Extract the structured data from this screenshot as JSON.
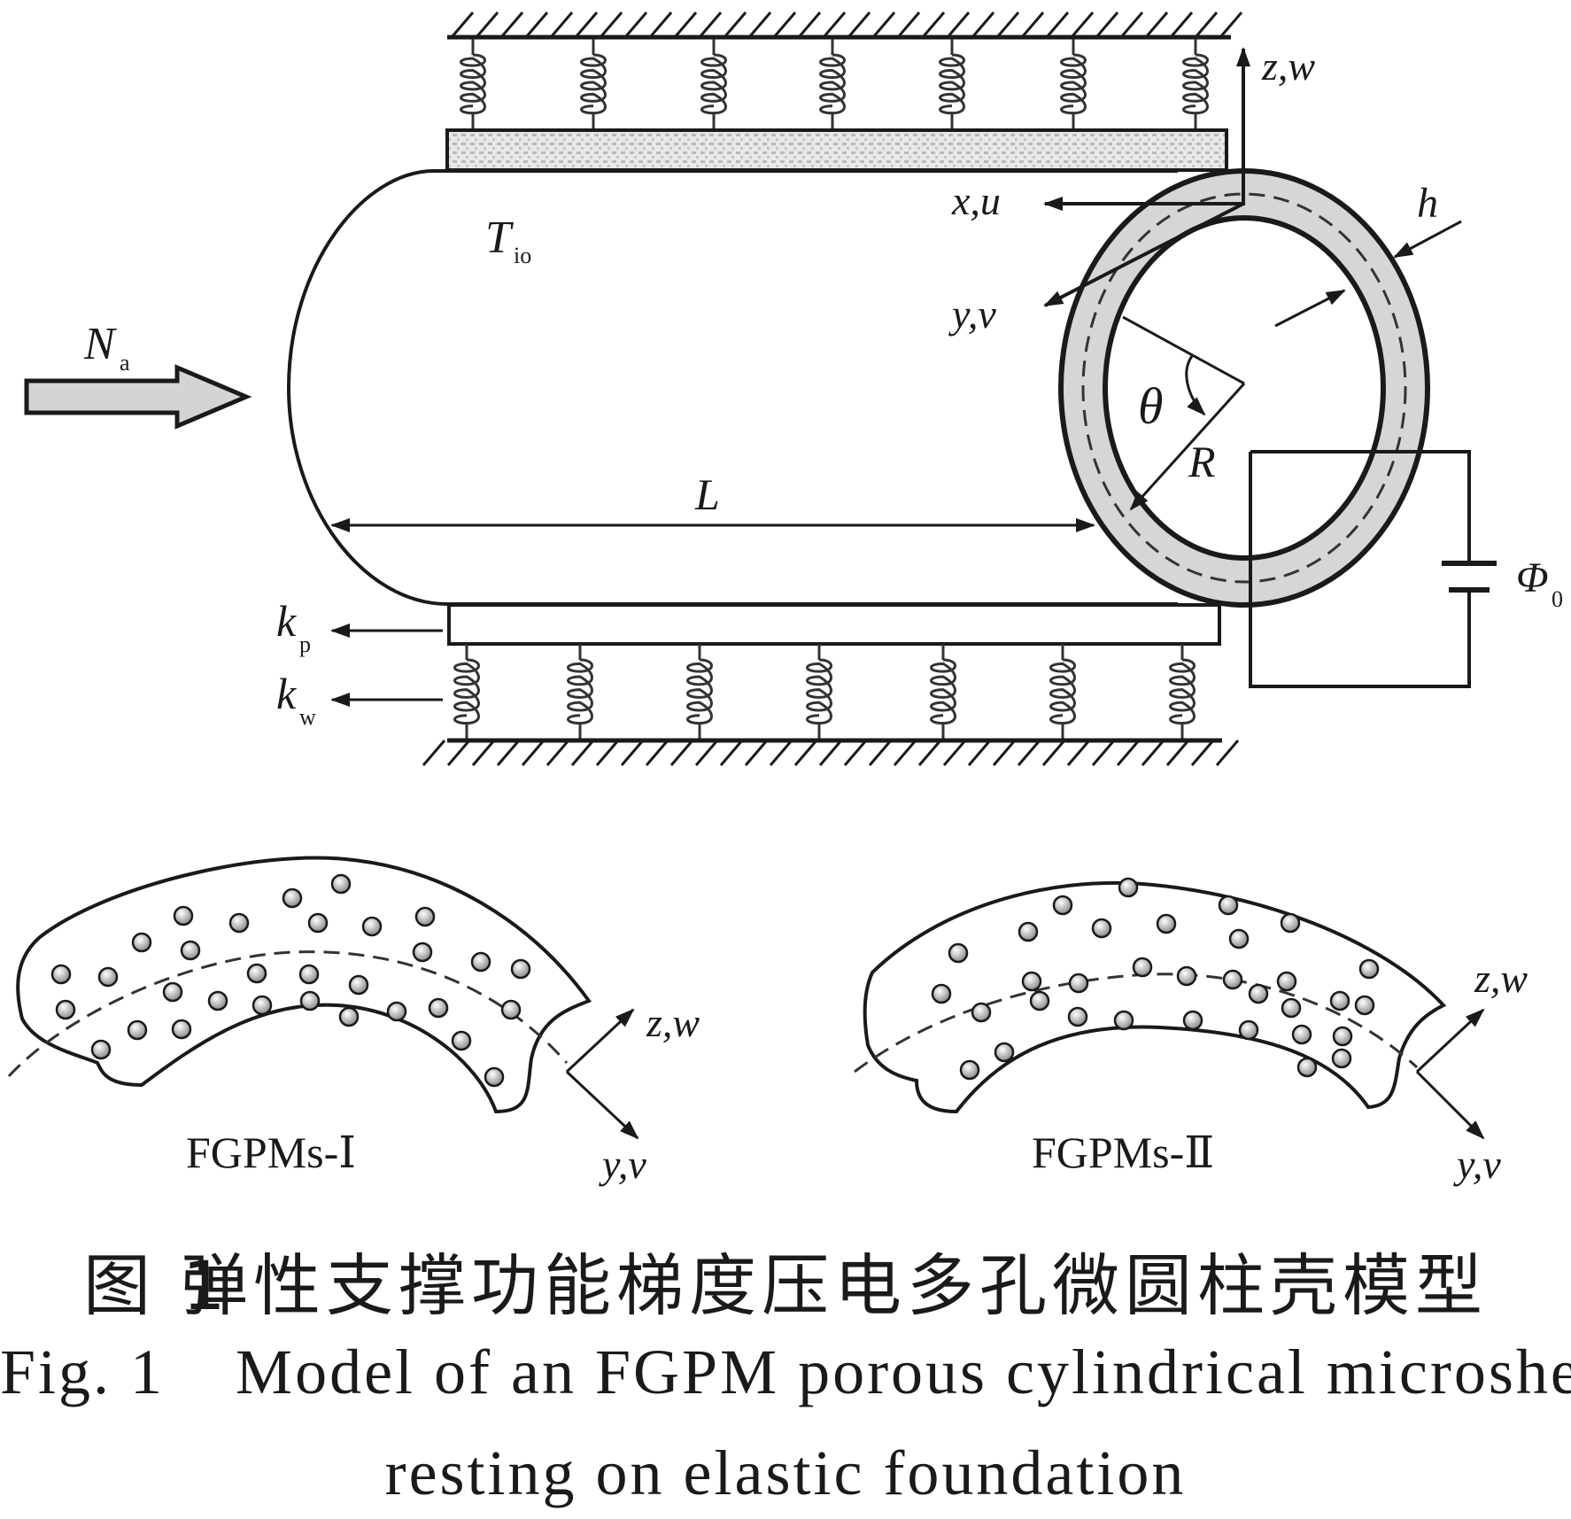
{
  "figure": {
    "labels": {
      "z_w_top": "z,w",
      "x_u": "x,u",
      "y_v_top": "y,v",
      "T_main": "T",
      "T_sub": "io",
      "h": "h",
      "N_main": "N",
      "N_sub": "a",
      "theta": "θ",
      "R": "R",
      "L": "L",
      "Phi_main": "Φ",
      "Phi_sub": "0",
      "kp_main": "k",
      "kp_sub": "p",
      "kw_main": "k",
      "kw_sub": "w",
      "z_w_left": "z,w",
      "y_v_left": "y,v",
      "fgpm1": "FGPMs-Ⅰ",
      "z_w_right": "z,w",
      "y_v_right": "y,v",
      "fgpm2": "FGPMs-Ⅱ"
    },
    "colors": {
      "line": "#1a1a1a",
      "shell_fill": "#d6d6d6",
      "arrow_fill": "#d4d4d4",
      "pore_fill": "#c8c8c8"
    }
  },
  "caption": {
    "zh_number": "图 1",
    "zh_text": "弹性支撑功能梯度压电多孔微圆柱壳模型",
    "en_number": "Fig. 1",
    "en_line1": "Model of an FGPM porous cylindrical microshell",
    "en_line2": "resting on elastic foundation"
  }
}
